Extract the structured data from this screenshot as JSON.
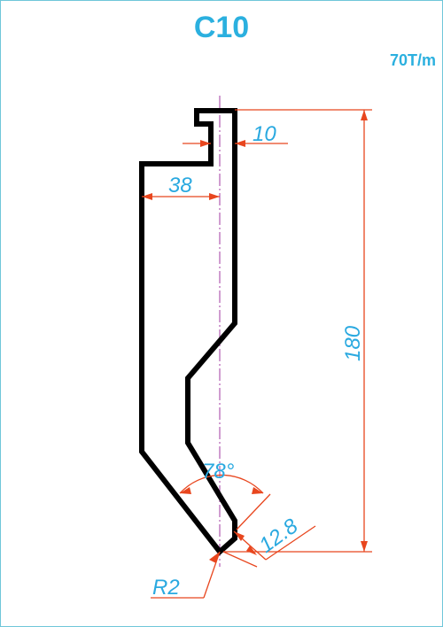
{
  "tool": {
    "name": "C10",
    "capacity": "70T/m"
  },
  "dimensions": {
    "tang_width": "10",
    "offset": "38",
    "height": "180",
    "angle": "78°",
    "tip_length": "12.8",
    "radius": "R2"
  },
  "colors": {
    "title": "#2bb0df",
    "dimension_text": "#2aa9e0",
    "dimension_line": "#e8461e",
    "profile": "#000000",
    "centerline": "#b05bb0",
    "frame": "#6fc6d9"
  }
}
